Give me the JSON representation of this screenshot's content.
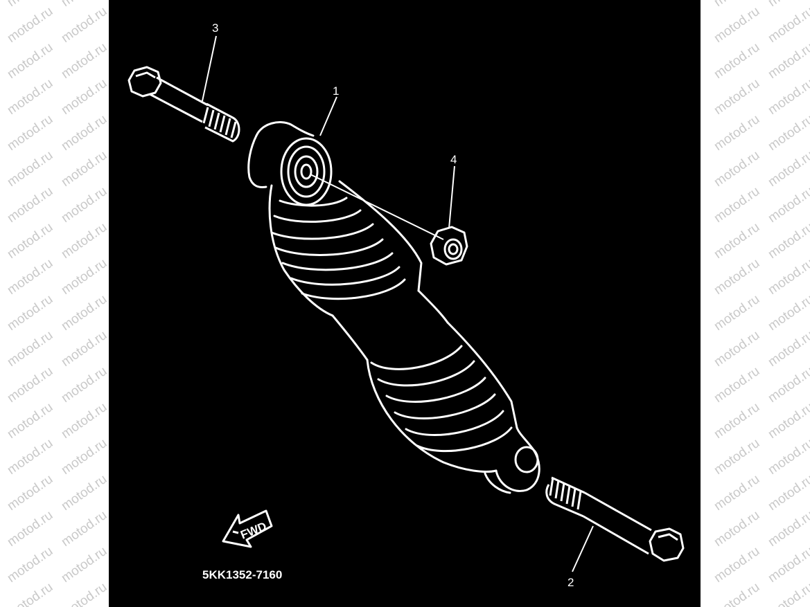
{
  "watermark": {
    "text": "motod.ru"
  },
  "diagram": {
    "part_code": "5KK1352-7160",
    "fwd_label": "FWD",
    "callouts": [
      {
        "number": "1"
      },
      {
        "number": "2"
      },
      {
        "number": "3"
      },
      {
        "number": "4"
      }
    ]
  },
  "colors": {
    "panel": "#000000",
    "line": "#ffffff",
    "watermark": "#c9c9c9"
  }
}
